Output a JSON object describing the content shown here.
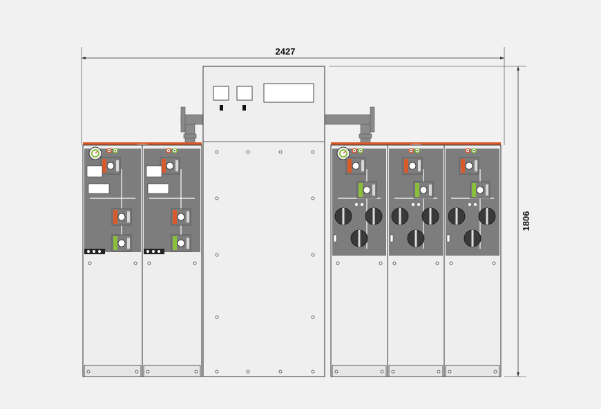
{
  "dimensions": {
    "width_label": "2427",
    "height_label": "1806"
  },
  "brand_label": "CAPTIMUS",
  "colors": {
    "background": "#f1f1f1",
    "cabinet_fill": "#eeeeee",
    "cabinet_stroke": "#333333",
    "panel_dark": "#7d7d7d",
    "accent_orange": "#d85a2a",
    "accent_green": "#8abf3c",
    "bus_bar": "#7a7a7a",
    "knob": "#3a3a3a"
  },
  "groups": [
    {
      "name": "left-switchgear",
      "cells": [
        {
          "top_unit": "switch-disconnector",
          "bottom_unit": "earthing-switch",
          "has_gauge": true
        },
        {
          "top_unit": "switch-disconnector",
          "bottom_unit": "earthing-switch",
          "has_gauge": false
        }
      ]
    },
    {
      "name": "right-switchgear",
      "cells": [
        {
          "top_unit": "switch-disconnector",
          "bottom_unit": "fuse-knobs",
          "has_gauge": true
        },
        {
          "top_unit": "switch-disconnector",
          "bottom_unit": "fuse-knobs",
          "has_gauge": false
        },
        {
          "top_unit": "switch-disconnector",
          "bottom_unit": "fuse-knobs",
          "has_gauge": false
        }
      ]
    }
  ],
  "center_cabinet": {
    "meters": 2,
    "display": 1,
    "rivet_rows": 5
  }
}
